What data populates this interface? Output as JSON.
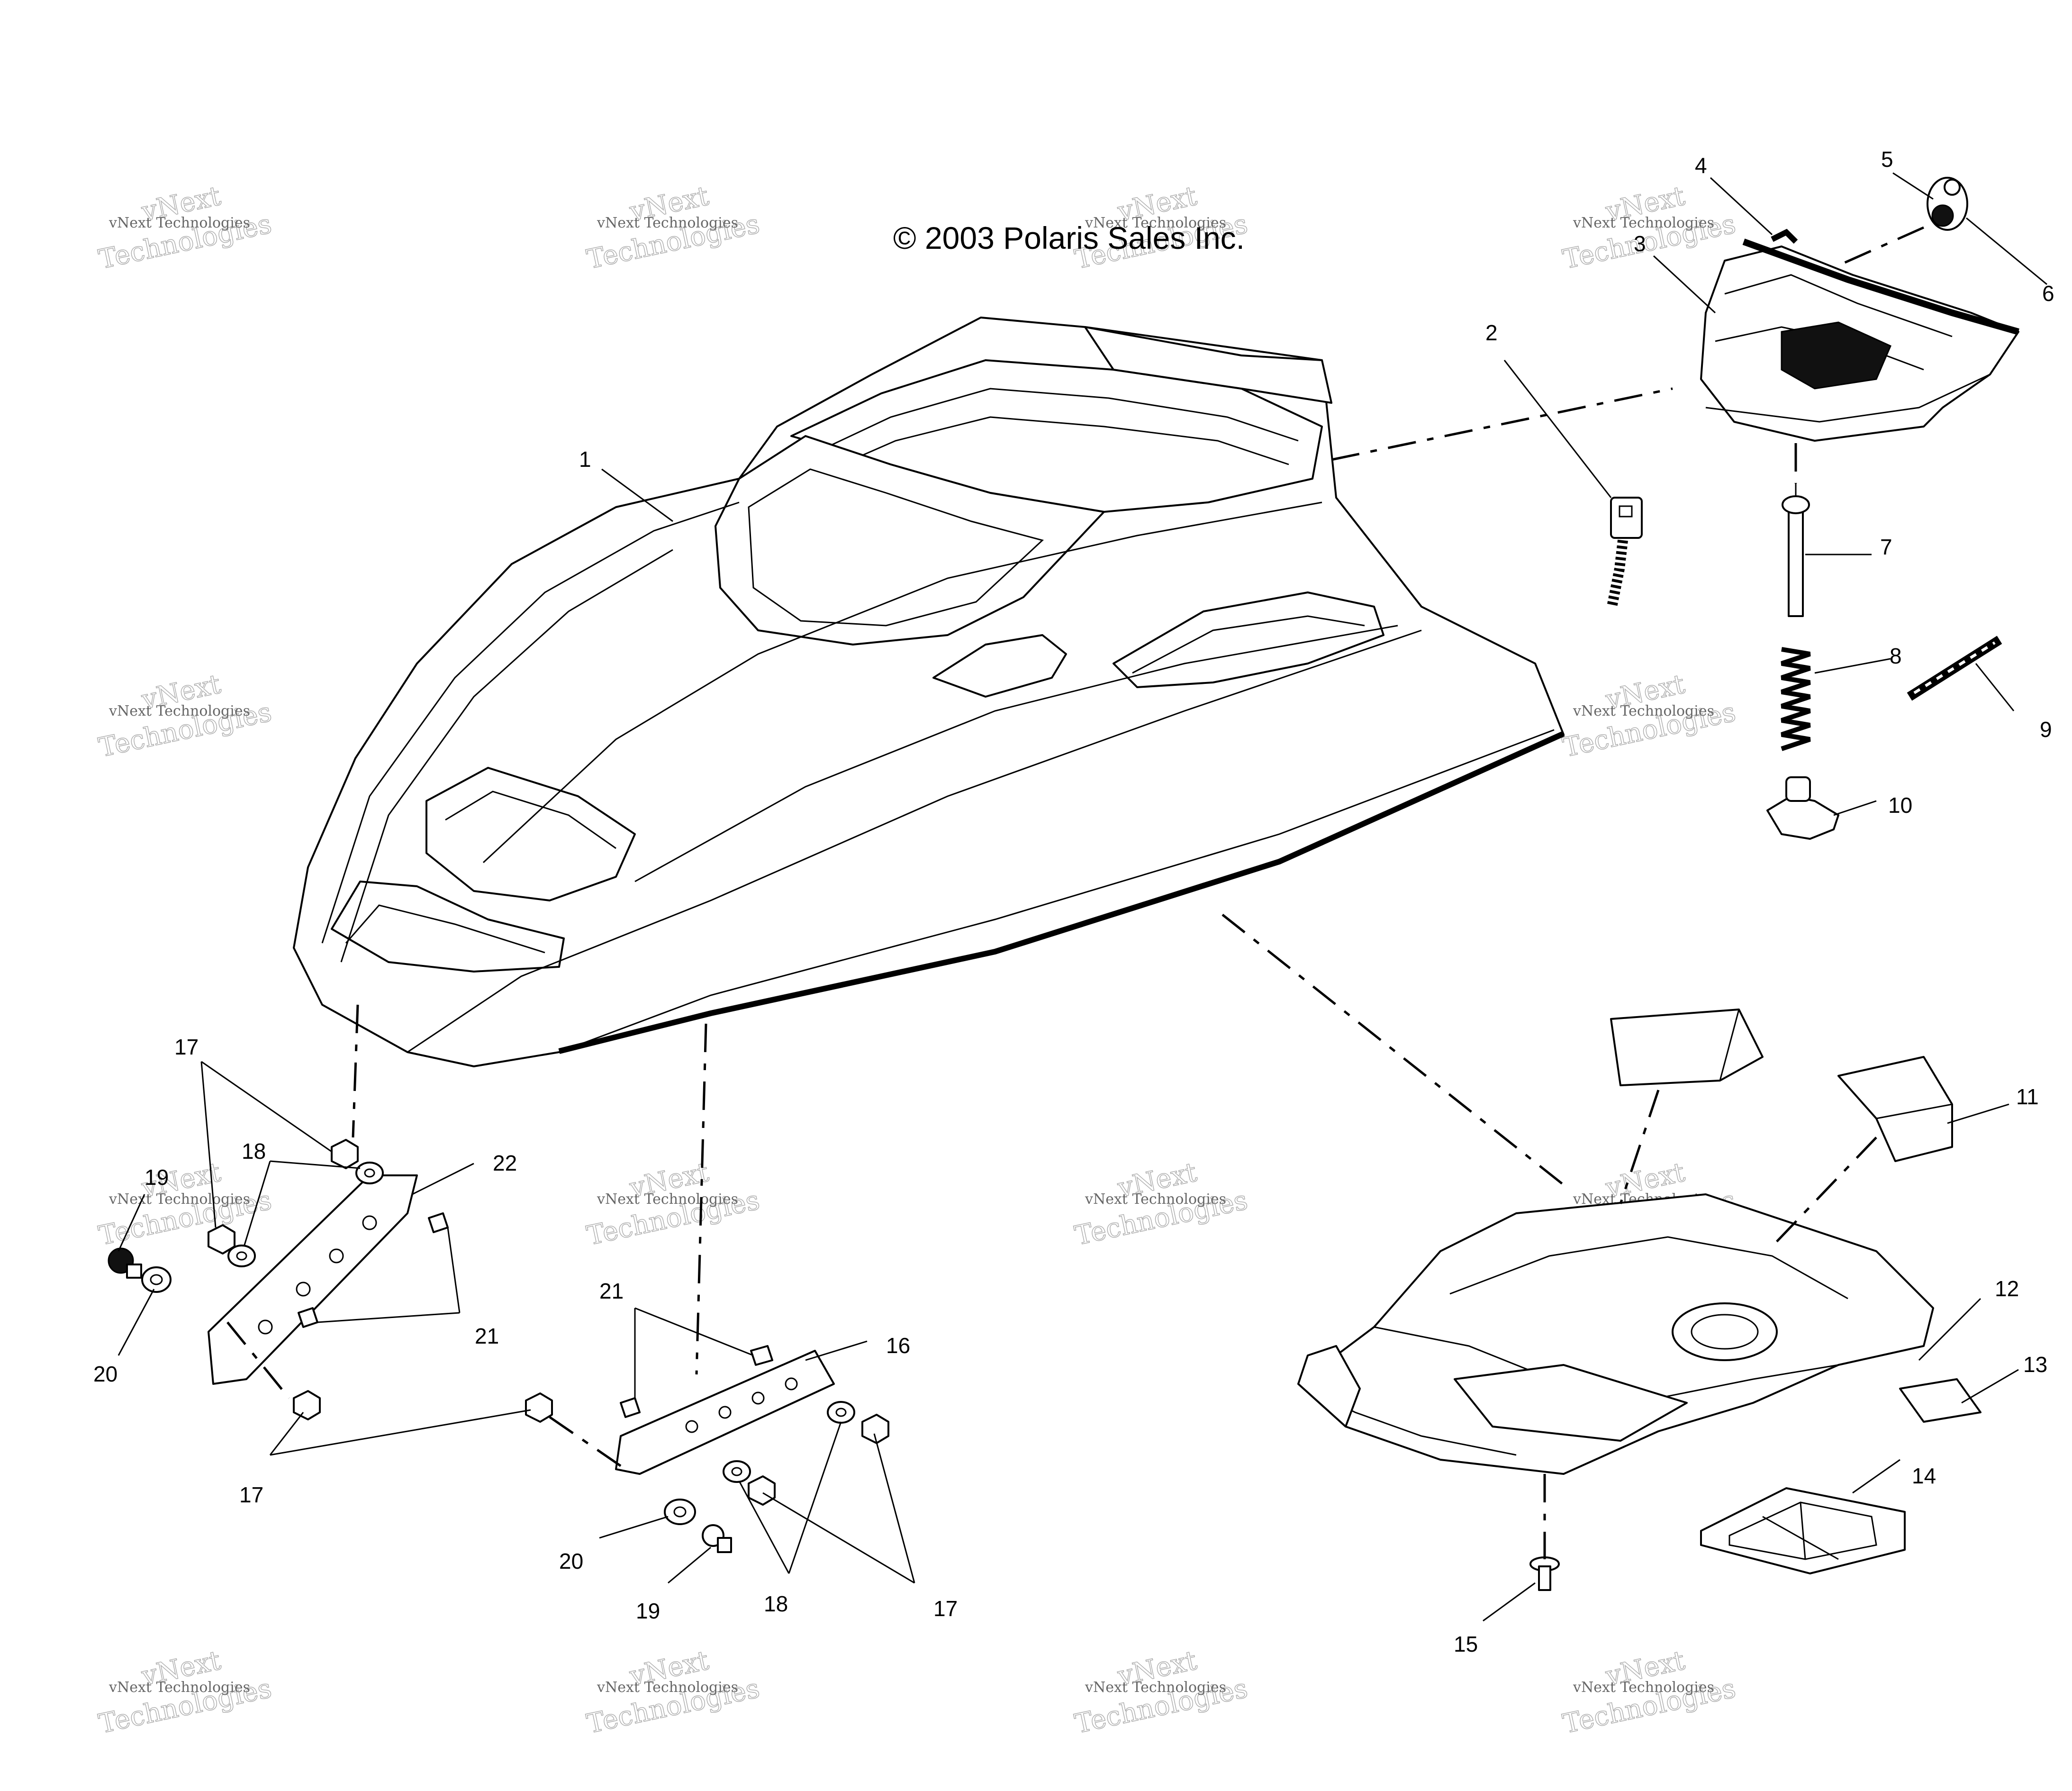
{
  "copyright": "© 2003 Polaris Sales Inc.",
  "watermark": {
    "line1": "vNext Technologies",
    "line2": "vNext",
    "line3": "Technologies"
  },
  "callouts": {
    "c1": "1",
    "c2": "2",
    "c3": "3",
    "c4": "4",
    "c5": "5",
    "c6": "6",
    "c7": "7",
    "c8": "8",
    "c9": "9",
    "c10": "10",
    "c11": "11",
    "c12": "12",
    "c13": "13",
    "c14": "14",
    "c15": "15",
    "c16": "16",
    "c17": "17",
    "c18": "18",
    "c19": "19",
    "c20": "20",
    "c21": "21",
    "c22": "22"
  }
}
